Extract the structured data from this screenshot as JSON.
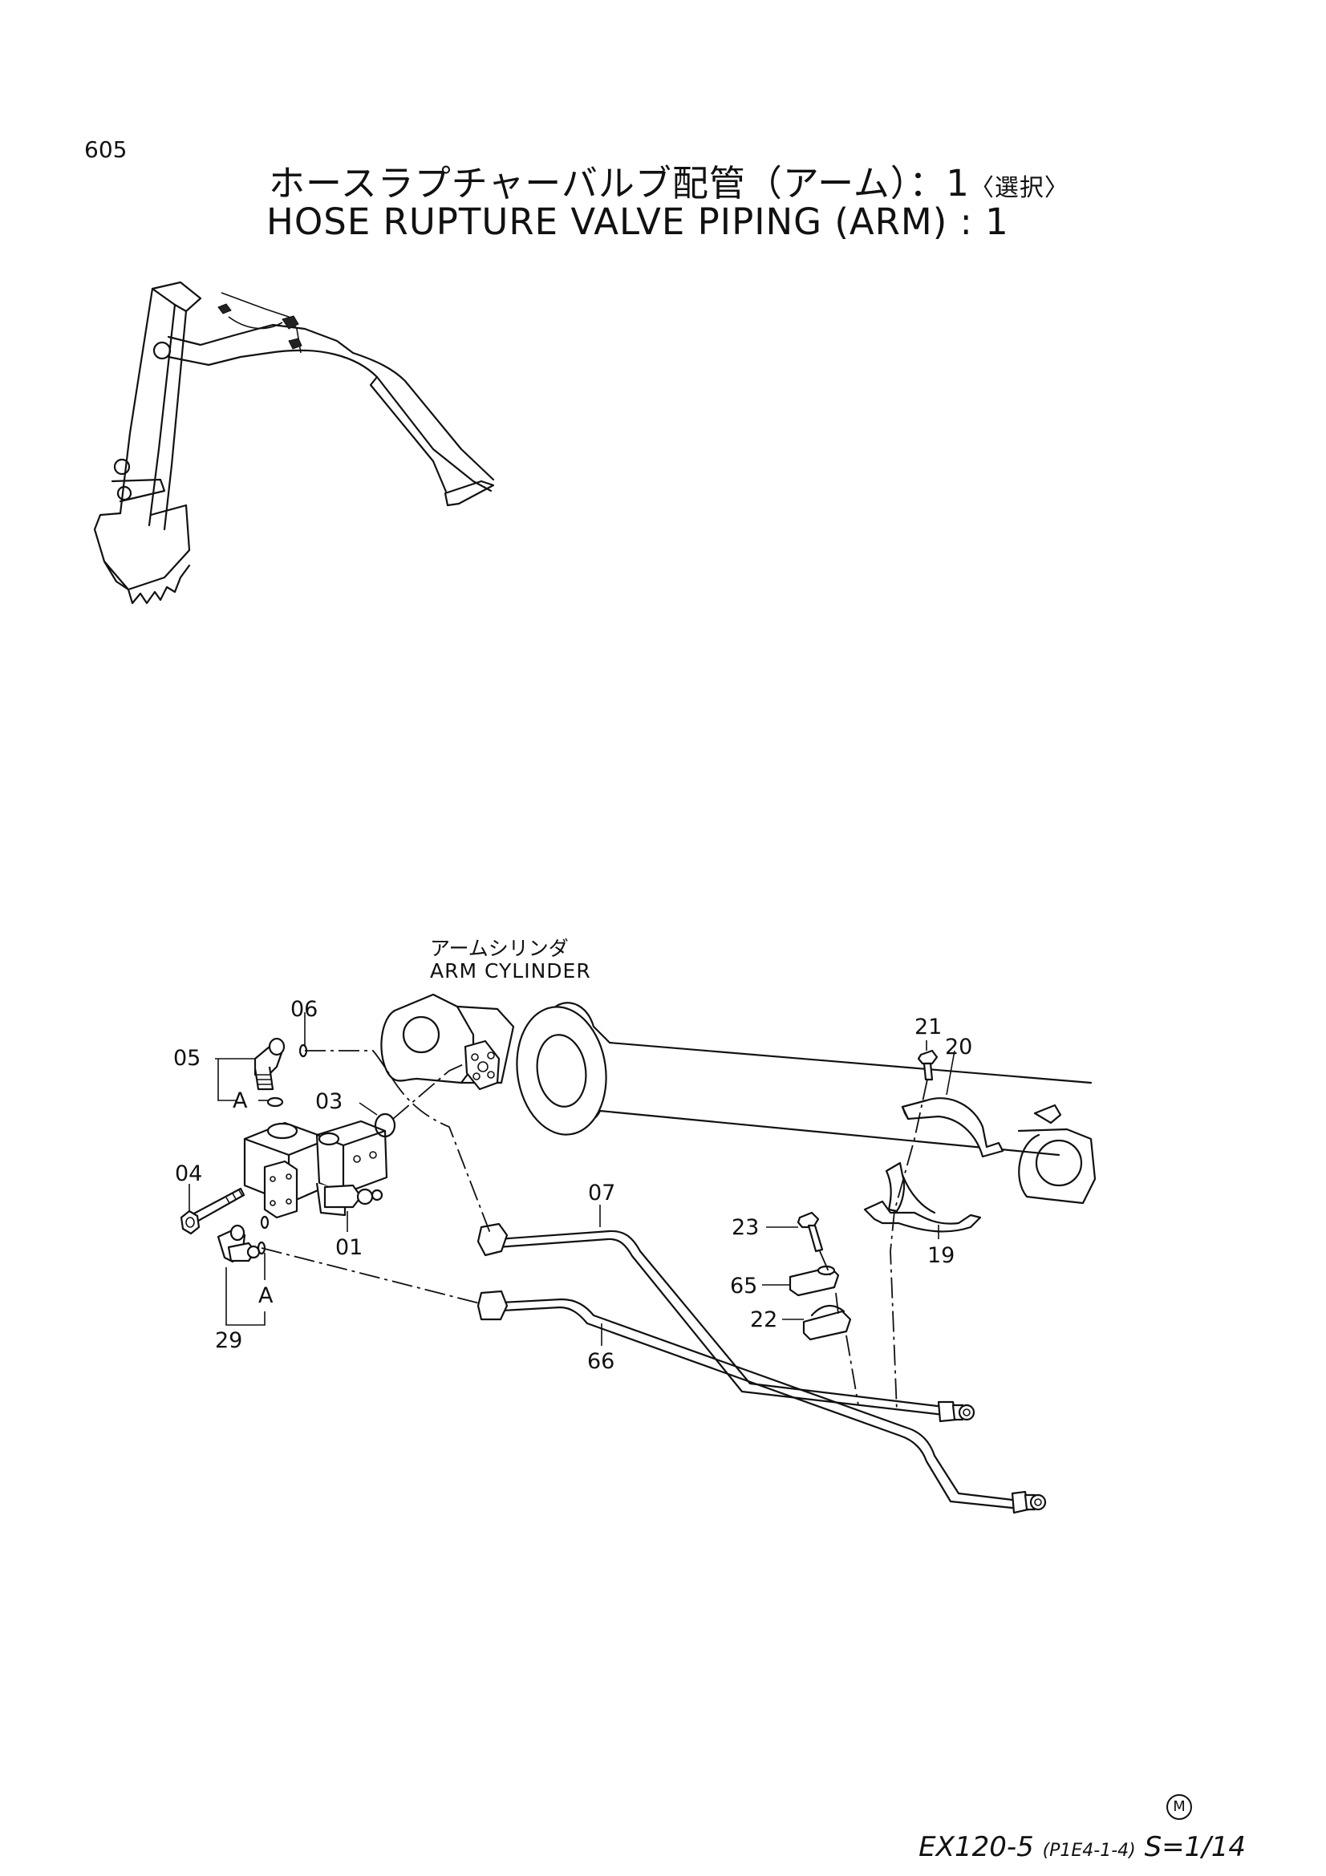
{
  "page_number": "605",
  "title": {
    "japanese": "ホースラプチャーバルブ配管（アーム）：1",
    "japanese_suffix": "〈選択〉",
    "english": "HOSE  RUPTURE  VALVE  PIPING  (ARM)  : 1"
  },
  "component_label": {
    "japanese": "アームシリンダ",
    "english": "ARM  CYLINDER"
  },
  "callouts": {
    "c01": "01",
    "c03": "03",
    "c04": "04",
    "c05": "05",
    "c06": "06",
    "c07": "07",
    "c19": "19",
    "c20": "20",
    "c21": "21",
    "c22": "22",
    "c23": "23",
    "c29": "29",
    "c65": "65",
    "c66": "66",
    "ref_a_top": "A",
    "ref_a_bottom": "A"
  },
  "footer": {
    "model": "EX120-5",
    "version": "(P1E4-1-4)",
    "sheet": "S=1/14",
    "mark": "M"
  }
}
